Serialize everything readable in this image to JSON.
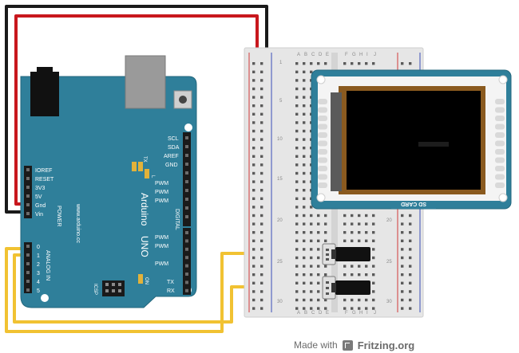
{
  "arduino": {
    "model": "Arduino",
    "variant": "UNO",
    "website": "www.arduino.cc",
    "left_header_pins": [
      "IOREF",
      "RESET",
      "3V3",
      "5V",
      "Gnd",
      "Vin"
    ],
    "power_label": "POWER",
    "analog_label": "ANALOG IN",
    "analog_pins": [
      "0",
      "1",
      "2",
      "3",
      "4",
      "5"
    ],
    "top_right_pins": [
      "SCL",
      "SDA",
      "AREF",
      "GND"
    ],
    "digital_label": "DIGITAL",
    "pwm_label": "PWM",
    "tx_label": "TX",
    "rx_label": "RX",
    "led_label_l": "L",
    "on_label": "ON",
    "icsp_label": "ICSP"
  },
  "breadboard": {
    "column_letters_left": [
      "A",
      "B",
      "C",
      "D",
      "E"
    ],
    "column_letters_right": [
      "F",
      "G",
      "H",
      "I",
      "J"
    ],
    "row_numbers": [
      "1",
      "5",
      "10",
      "15",
      "20",
      "25",
      "30"
    ]
  },
  "tft": {
    "label": "SD CARD"
  },
  "footer": {
    "made_with": "Made with",
    "brand": "Fritzing.org"
  },
  "colors": {
    "board": "#2f7f9a",
    "wire_red": "#c8171d",
    "wire_black": "#1a1a1a",
    "wire_yellow": "#f1c232",
    "breadboard": "#e8e8e8"
  }
}
